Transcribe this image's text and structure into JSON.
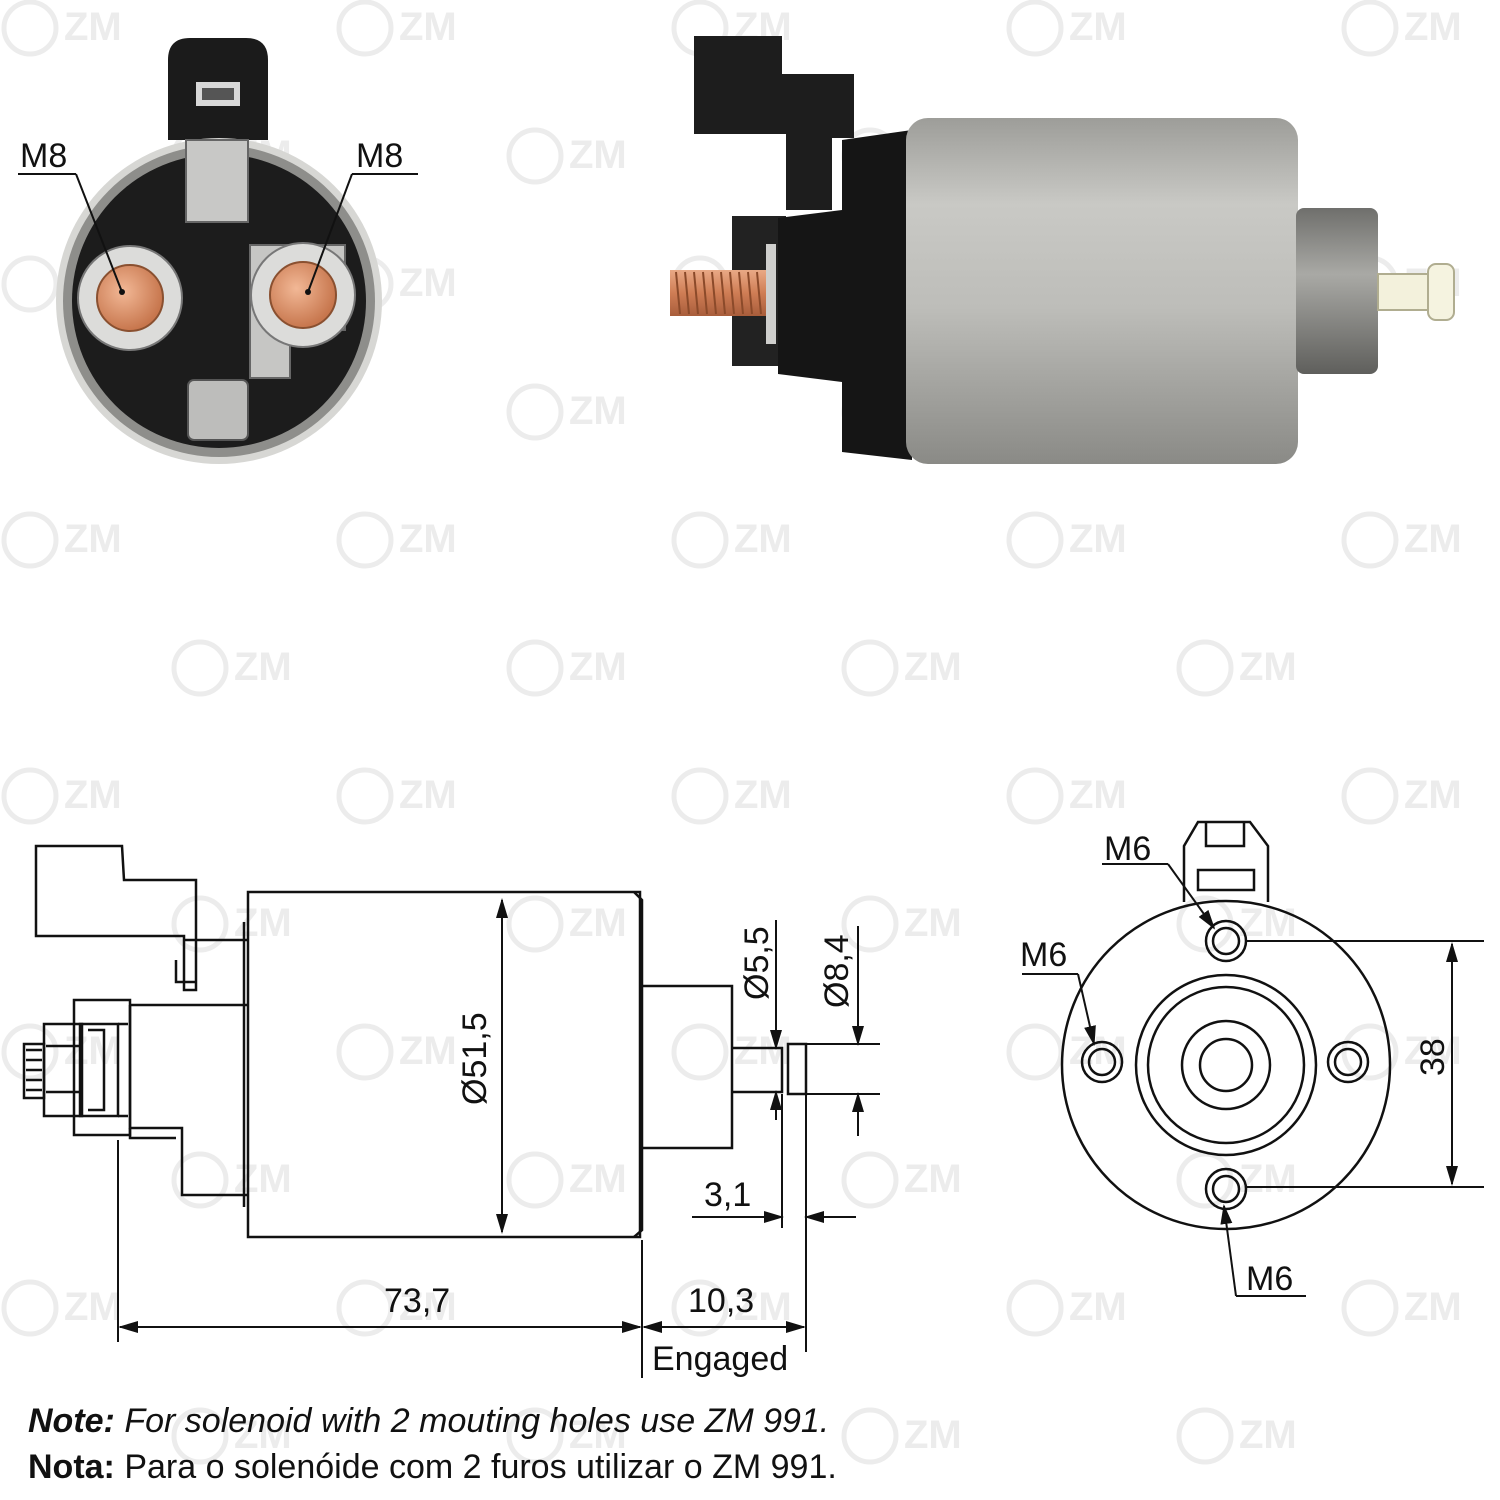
{
  "watermark": "ZM",
  "photo_labels": {
    "left_terminal": "M8",
    "right_terminal": "M8"
  },
  "dimensions": {
    "diameter_body": "Ø51,5",
    "diameter_pin": "Ø5,5",
    "diameter_head": "Ø8,4",
    "stroke": "3,1",
    "length_body": "73,7",
    "length_engaged": "10,3",
    "engaged_label": "Engaged",
    "hole_spacing": "38"
  },
  "end_view_labels": {
    "top": "M6",
    "left": "M6",
    "bottom": "M6"
  },
  "notes": {
    "en_label": "Note:",
    "en_text": " For solenoid with 2 mouting holes use ZM 991.",
    "pt_label": "Nota:",
    "pt_text": " Para o solenóide com 2 furos utilizar o ZM 991."
  },
  "colors": {
    "copper": "#d9906a",
    "body_silver": "#b9b9b5",
    "plastic_black": "#1e1e1e",
    "plunger_tip": "#f3f1dc"
  }
}
